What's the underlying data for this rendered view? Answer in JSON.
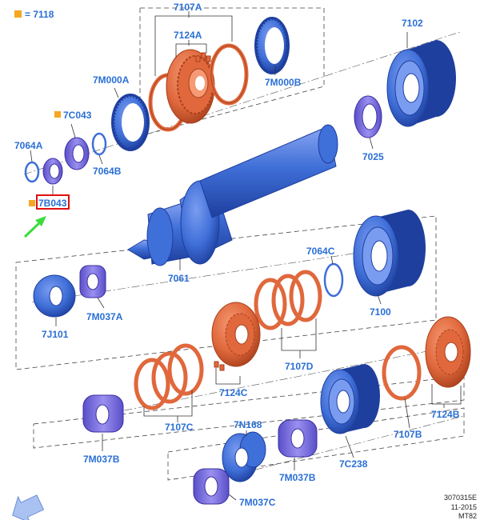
{
  "legend": {
    "text": "= 7118",
    "marker_color": "#f5a623"
  },
  "colors": {
    "blue": "#3f6fd8",
    "blue_dark": "#1e3f9e",
    "blue_light": "#7a9cf0",
    "orange": "#e0683c",
    "orange_dark": "#a8401c",
    "purple": "#7b6fe0",
    "label": "#2a6fd6",
    "highlight": "#e01010",
    "arrow": "#3cdc3c"
  },
  "labels": {
    "l7107A": "7107A",
    "l7124A": "7124A",
    "l7102": "7102",
    "l7M000A": "7M000A",
    "l7M000B": "7M000B",
    "l7C043": "7C043",
    "l7064A": "7064A",
    "l7064B": "7064B",
    "l7025": "7025",
    "l7B043": "7B043",
    "l7061": "7061",
    "l7064C": "7064C",
    "l7J101": "7J101",
    "l7M037A": "7M037A",
    "l7100": "7100",
    "l7107D": "7107D",
    "l7124C": "7124C",
    "l7107C": "7107C",
    "l7124B": "7124B",
    "l7M037B_left": "7M037B",
    "l7N168": "7N168",
    "l7107B": "7107B",
    "l7C238": "7C238",
    "l7M037B_right": "7M037B",
    "l7M037C": "7M037C"
  },
  "footer": {
    "ref": "3070315E",
    "date": "11-2015",
    "model": "MT82"
  },
  "icons": {
    "nav": "back-arrow-icon"
  }
}
